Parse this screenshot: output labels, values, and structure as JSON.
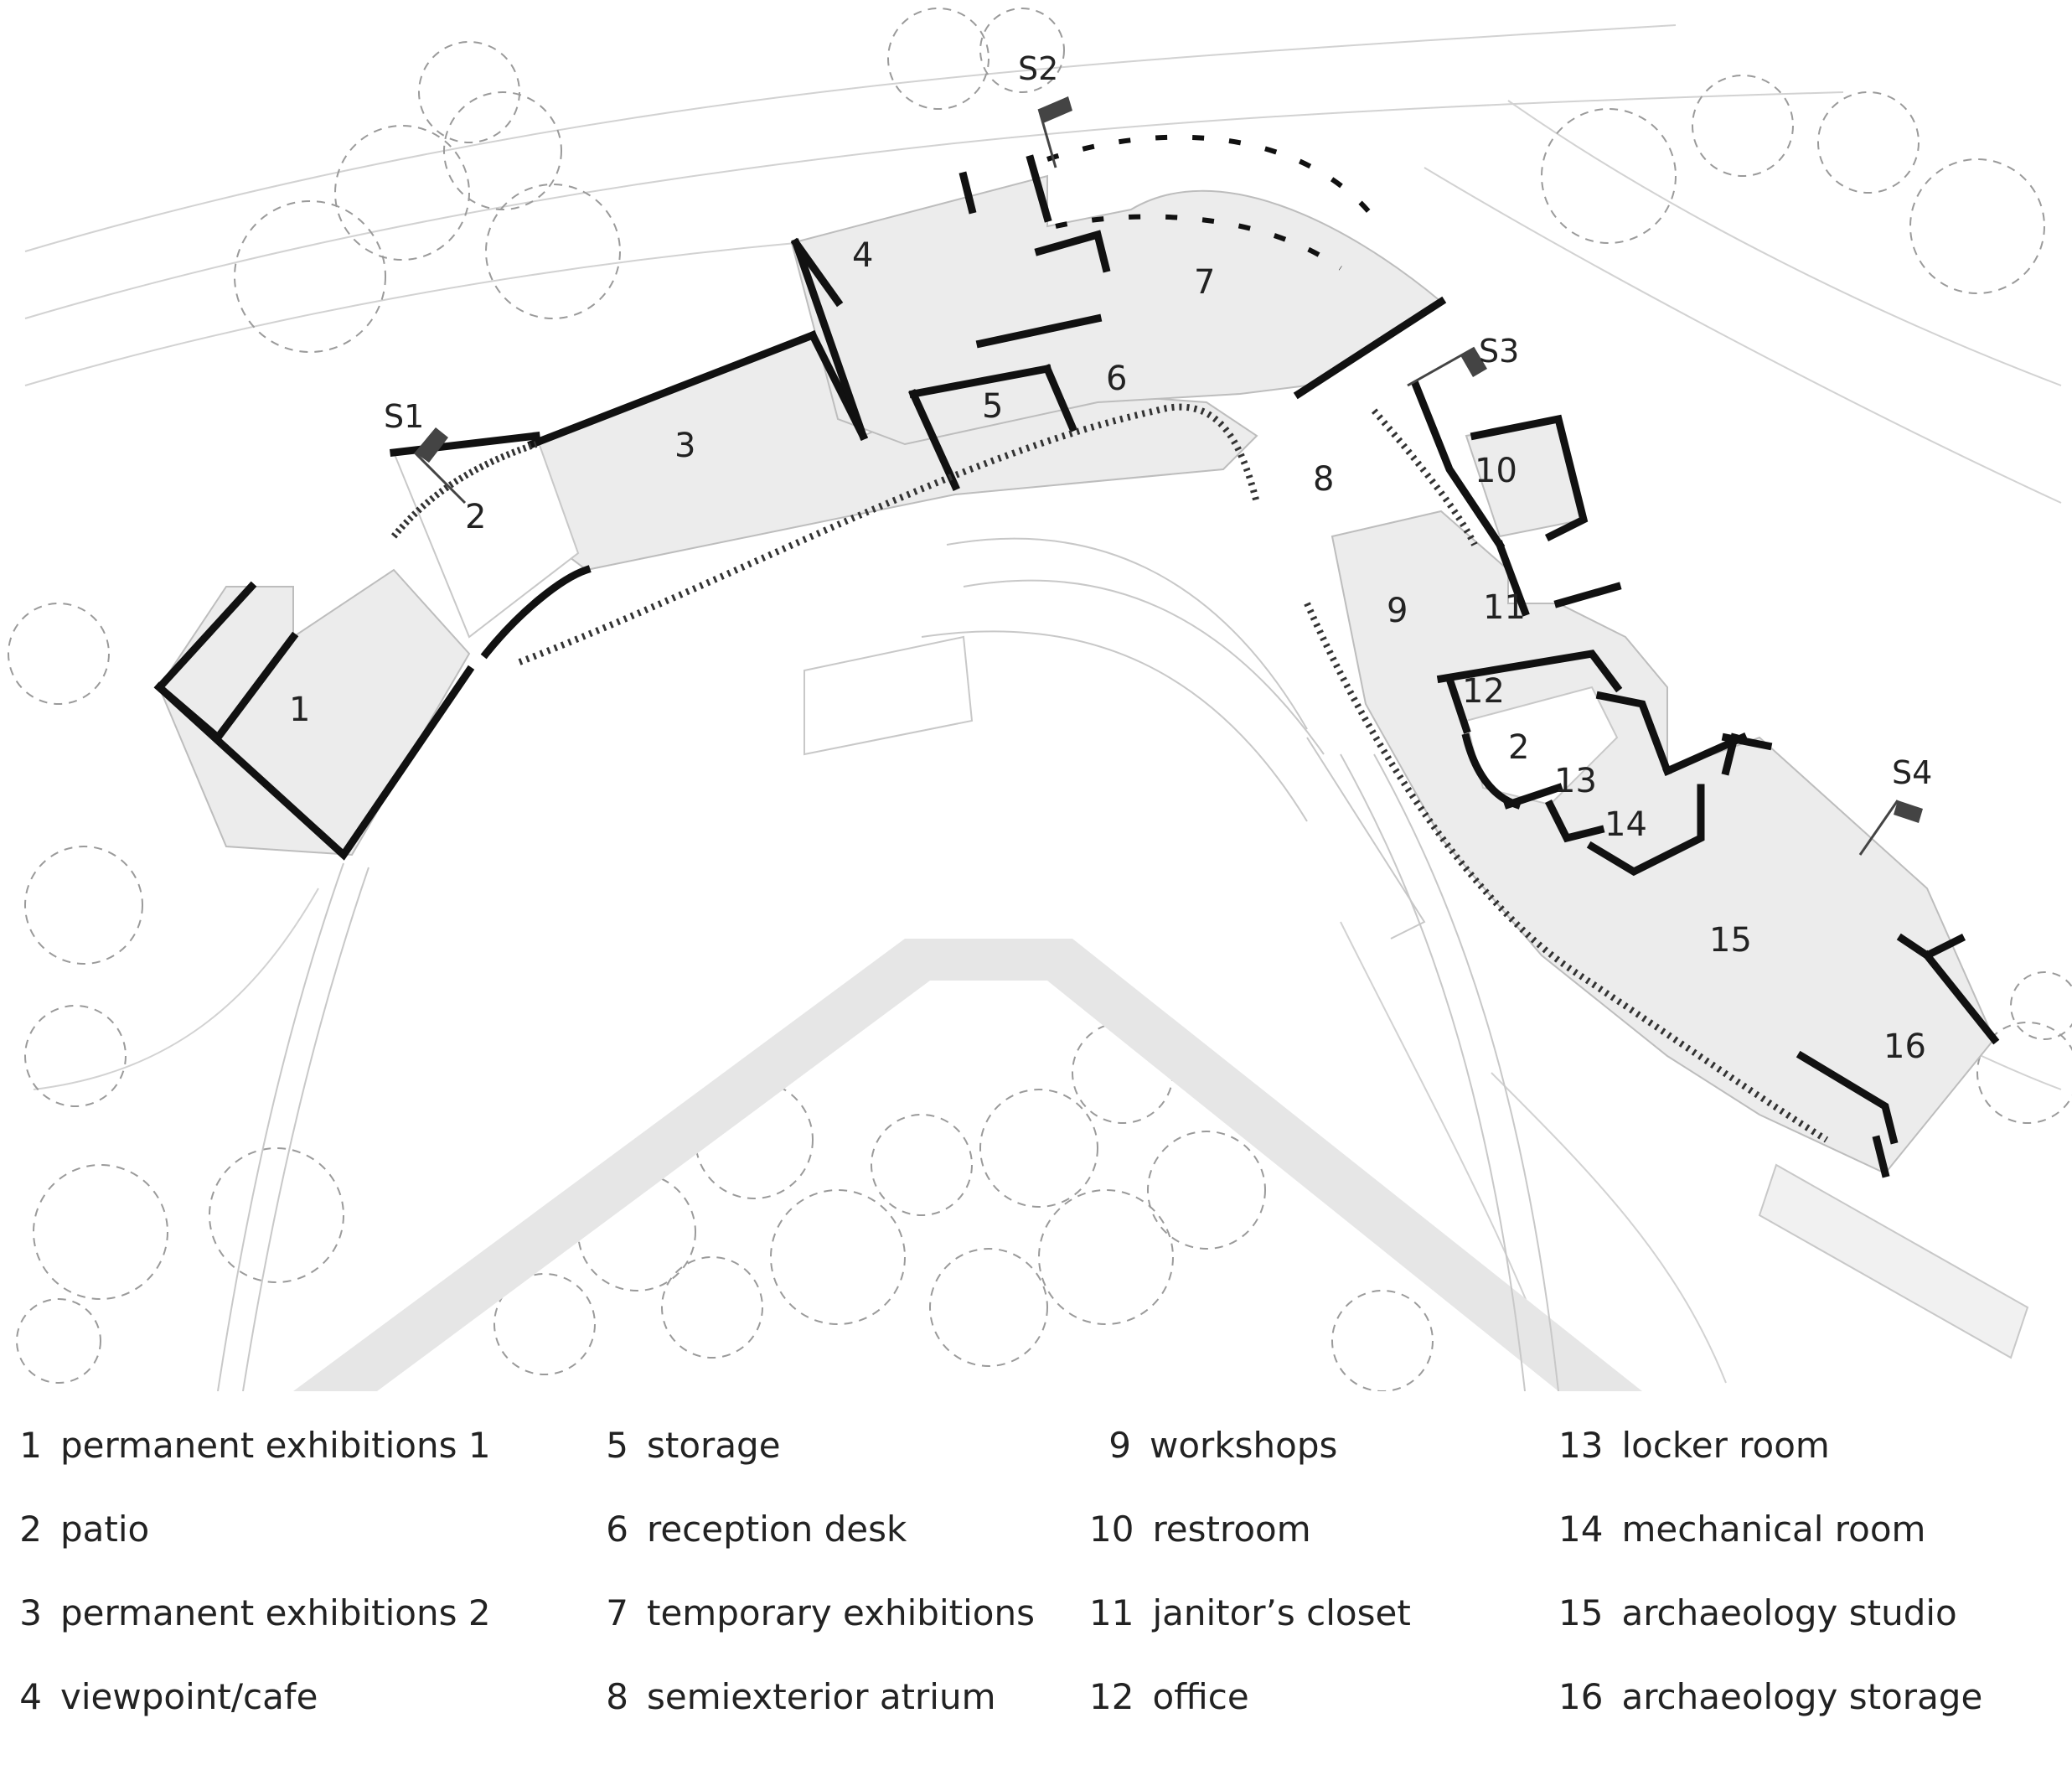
{
  "rooms": [
    {
      "num": "1",
      "name": "permanent exhibitions 1"
    },
    {
      "num": "2",
      "name": "patio"
    },
    {
      "num": "3",
      "name": "permanent exhibitions 2"
    },
    {
      "num": "4",
      "name": "viewpoint/cafe"
    },
    {
      "num": "5",
      "name": "storage"
    },
    {
      "num": "6",
      "name": "reception desk"
    },
    {
      "num": "7",
      "name": "temporary exhibitions"
    },
    {
      "num": "8",
      "name": "semiexterior atrium"
    },
    {
      "num": "9",
      "name": "workshops"
    },
    {
      "num": "10",
      "name": "restroom"
    },
    {
      "num": "11",
      "name": "janitor’s closet"
    },
    {
      "num": "12",
      "name": "office"
    },
    {
      "num": "13",
      "name": "locker room"
    },
    {
      "num": "14",
      "name": "mechanical room"
    },
    {
      "num": "15",
      "name": "archaeology studio"
    },
    {
      "num": "16",
      "name": "archaeology storage"
    }
  ],
  "plan_labels": {
    "r1": "1",
    "r2a": "2",
    "r2b": "2",
    "r3": "3",
    "r4": "4",
    "r5": "5",
    "r6": "6",
    "r7": "7",
    "r8": "8",
    "r9": "9",
    "r10": "10",
    "r11": "11",
    "r12": "12",
    "r13": "13",
    "r14": "14",
    "r15": "15",
    "r16": "16"
  },
  "sections": {
    "s1": "S1",
    "s2": "S2",
    "s3": "S3",
    "s4": "S4"
  },
  "colors": {
    "wall": "#111111",
    "floor": "#ececec",
    "road": "#e6e6e6",
    "lines": "#c8c8c8",
    "text": "#222222"
  }
}
